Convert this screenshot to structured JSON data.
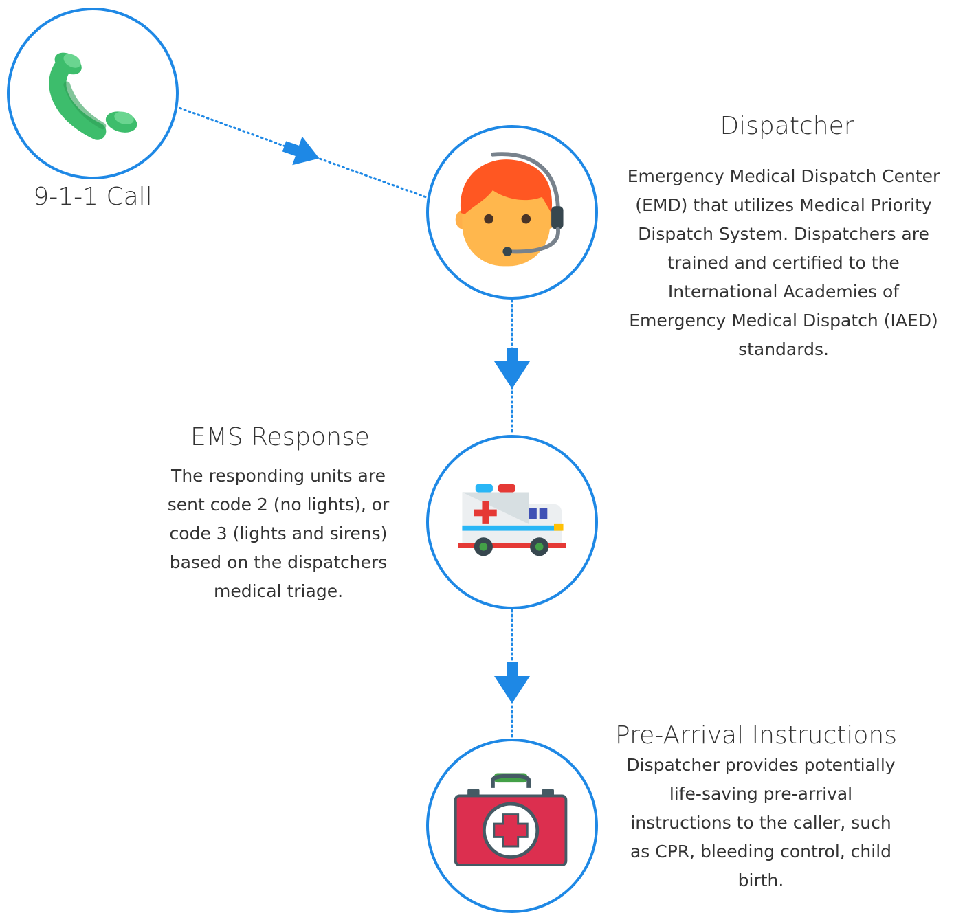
{
  "call": {
    "label": "9-1-1 Call"
  },
  "dispatcher": {
    "title": "Dispatcher",
    "description": "Emergency Medical Dispatch Center\n(EMD) that utilizes Medical Priority\nDispatch System. Dispatchers are\ntrained and certified to the\nInternational Academies of\nEmergency Medical Dispatch (IAED)\nstandards."
  },
  "ems": {
    "title": "EMS Response",
    "description": "The responding units  are\nsent code 2 (no lights), or\ncode 3 (lights and sirens)\nbased on the dispatchers\nmedical triage."
  },
  "prearrival": {
    "title": "Pre-Arrival Instructions",
    "description": "Dispatcher provides potentially\nlife-saving pre-arrival\ninstructions to the caller, such\nas CPR, bleeding control, child\nbirth."
  },
  "colors": {
    "accent": "#1e88e5",
    "arrow": "#1e88e5",
    "phone": "#3dbd6c",
    "ambulance_red": "#e53935",
    "kit_red": "#dc2f4f"
  },
  "icons": [
    "phone-icon",
    "dispatcher-headset-icon",
    "ambulance-icon",
    "first-aid-kit-icon"
  ]
}
